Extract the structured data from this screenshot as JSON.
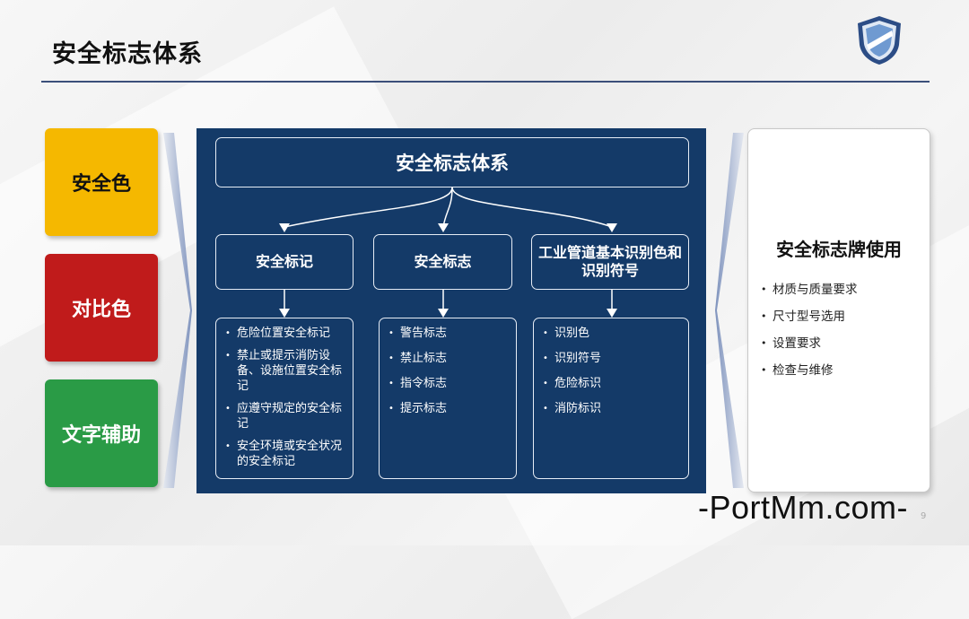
{
  "slide": {
    "title": "安全标志体系",
    "page_number": "9"
  },
  "left_panel": {
    "items": [
      {
        "label": "安全色",
        "color": "#f5b800"
      },
      {
        "label": "对比色",
        "color": "#c01b1b"
      },
      {
        "label": "文字辅助",
        "color": "#2a9b46"
      }
    ]
  },
  "diagram": {
    "root": "安全标志体系",
    "branches": [
      {
        "heading": "安全标记",
        "items": [
          "危险位置安全标记",
          "禁止或提示消防设备、设施位置安全标记",
          "应遵守规定的安全标记",
          "安全环境或安全状况的安全标记"
        ]
      },
      {
        "heading": "安全标志",
        "items": [
          "警告标志",
          "禁止标志",
          "指令标志",
          "提示标志"
        ]
      },
      {
        "heading": "工业管道基本识别色和识别符号",
        "items": [
          "识别色",
          "识别符号",
          "危险标识",
          "消防标识"
        ]
      }
    ],
    "panel_color": "#143a68"
  },
  "right_panel": {
    "title": "安全标志牌使用",
    "items": [
      "材质与质量要求",
      "尺寸型号选用",
      "设置要求",
      "检查与维修"
    ]
  },
  "watermark": "-PortMm.com-"
}
